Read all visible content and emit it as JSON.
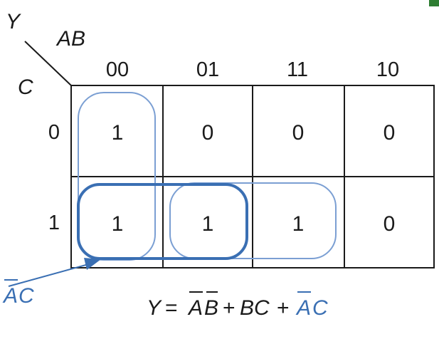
{
  "map": {
    "output_var": "Y",
    "col_vars": "AB",
    "row_var": "C",
    "col_codes": [
      "00",
      "01",
      "11",
      "10"
    ],
    "row_codes": [
      "0",
      "1"
    ],
    "cells": [
      [
        "1",
        "0",
        "0",
        "0"
      ],
      [
        "1",
        "1",
        "1",
        "0"
      ]
    ]
  },
  "groups": {
    "bold_group_label_parts": [
      "A",
      "C"
    ],
    "bold_group_label_overbar": "A"
  },
  "equation": {
    "lhs": "Y",
    "equals": "=",
    "t1_parts": [
      "A",
      "B"
    ],
    "t1_overbars": [
      "A",
      "B"
    ],
    "plus": "+",
    "t2": "BC",
    "t3_parts": [
      "A",
      "C"
    ],
    "t3_overbar": "A"
  },
  "colors": {
    "grid": "#1a1a1a",
    "loop_thin": "#7b9fd3",
    "loop_bold": "#3a6fb3",
    "accent_tab": "#2e7d32"
  }
}
